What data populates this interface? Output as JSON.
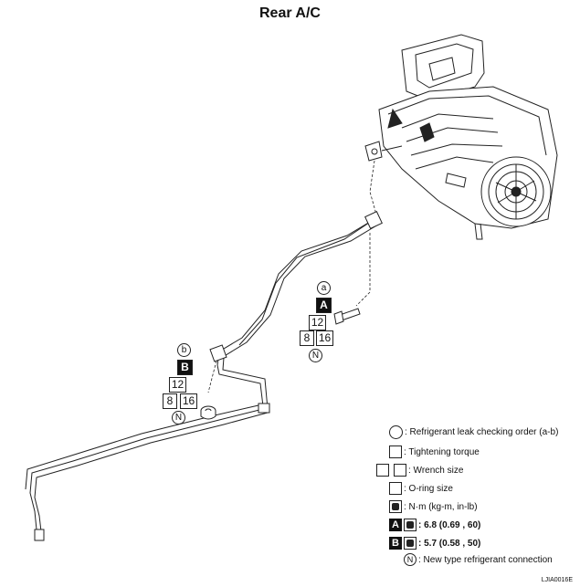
{
  "title": "Rear A/C",
  "callouts": {
    "a": {
      "letter": "a",
      "torque_letter": "A",
      "torque_size": "12",
      "oring_size_1": "8",
      "oring_size_2": "16",
      "conn": "N"
    },
    "b": {
      "letter": "b",
      "torque_letter": "B",
      "torque_size": "12",
      "oring_size_1": "8",
      "oring_size_2": "16",
      "conn": "N"
    }
  },
  "legend": {
    "leak_order": ": Refrigerant leak checking order (a-b)",
    "tightening": ": Tightening torque",
    "wrench": ": Wrench size",
    "oring": ": O-ring size",
    "nm": ": N·m (kg-m, in-lb)",
    "a_letter": "A",
    "a_value": ": 6.8 (0.69 , 60)",
    "b_letter": "B",
    "b_value": ": 5.7 (0.58 , 50)",
    "n_letter": "N",
    "new_type": ": New type refrigerant connection"
  },
  "ref_code": "LJIA0016E"
}
